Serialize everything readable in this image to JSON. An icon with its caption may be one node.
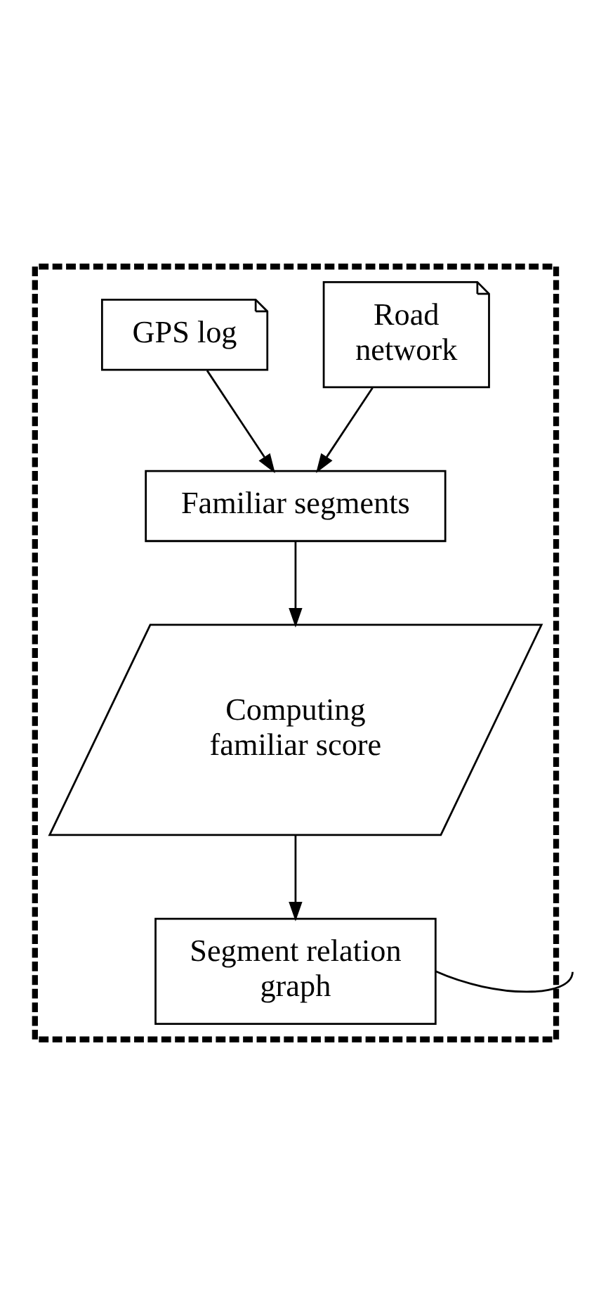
{
  "diagram": {
    "nodes": [
      {
        "text": [],
        "shape": "box"
      },
      {
        "text": [
          "GPS log"
        ],
        "in": 0
      },
      {
        "text": [
          "Road network"
        ],
        "in": 0
      },
      {
        "text": [
          "Familiar segments"
        ],
        "in": 0
      },
      {
        "text": [
          "Computing familiar score"
        ],
        "in": 0
      },
      {
        "text": [
          "Segment relation graph"
        ],
        "in": 0
      }
    ],
    "edges": [
      {
        "from": 1,
        "to": 3,
        "arrow": "to"
      },
      {
        "from": 2,
        "to": 3,
        "arrow": "to"
      },
      {
        "from": 3,
        "to": 4,
        "arrow": "to"
      },
      {
        "from": 4,
        "to": 5,
        "arrow": "to"
      },
      {
        "from": 5,
        "to": null,
        "arrow": "none"
      }
    ]
  }
}
